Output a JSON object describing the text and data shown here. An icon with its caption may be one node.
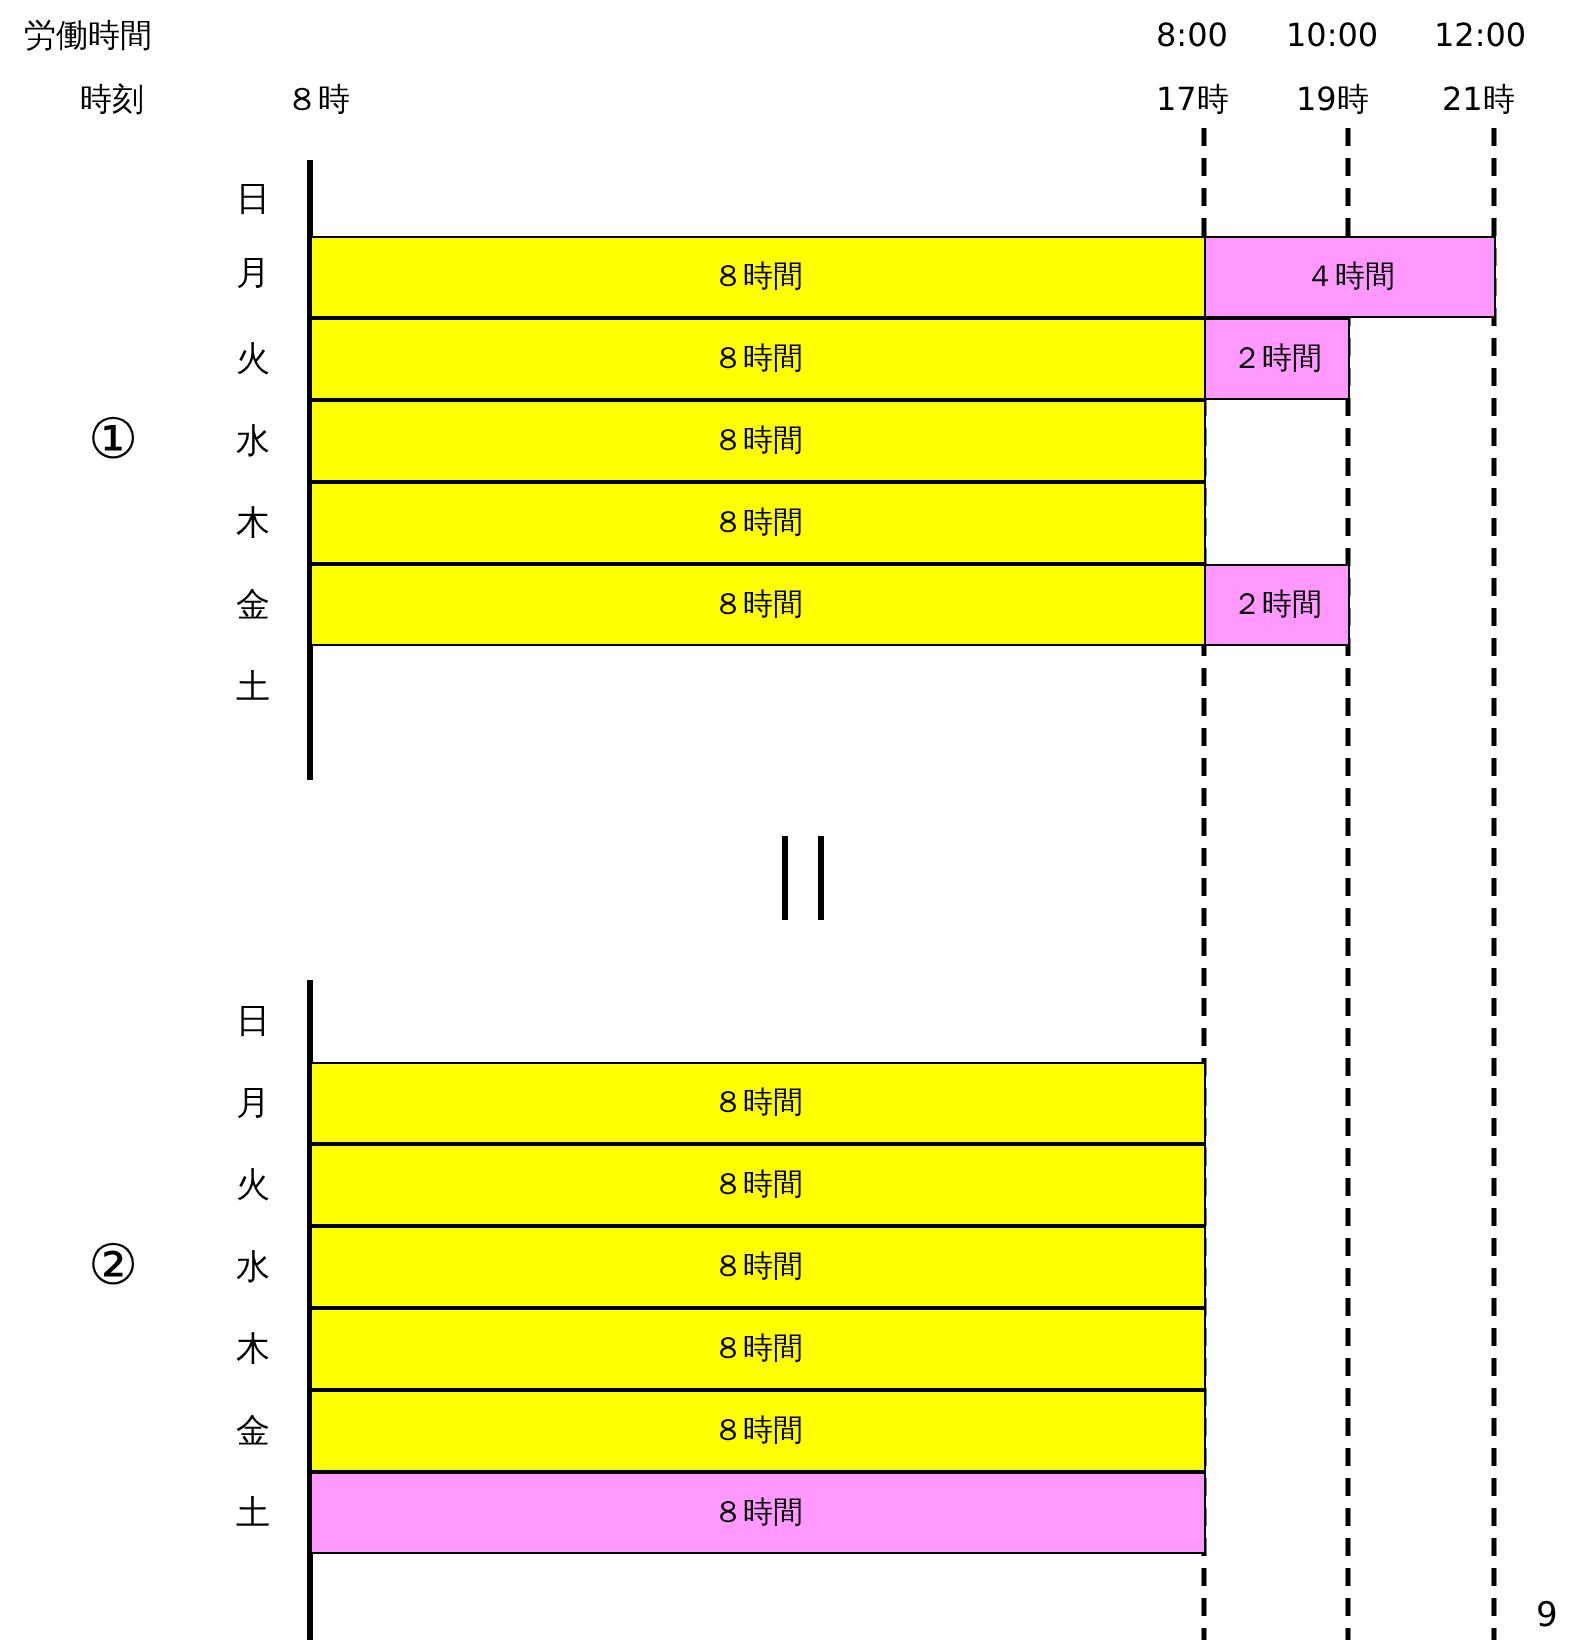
{
  "diagram": {
    "nodes": [
      {
        "text": [
          "８時間"
        ]
      },
      {
        "text": [
          "４時間"
        ]
      },
      {
        "text": [
          "８時間"
        ]
      },
      {
        "text": [
          "２時間"
        ]
      },
      {
        "text": [
          "８時間"
        ]
      },
      {
        "text": [
          "８時間"
        ]
      },
      {
        "text": [
          "８時間"
        ]
      },
      {
        "text": [
          "２時間"
        ]
      },
      {
        "text": [
          "８時間"
        ]
      },
      {
        "text": [
          "８時間"
        ]
      },
      {
        "text": [
          "８時間"
        ]
      },
      {
        "text": [
          "８時間"
        ]
      },
      {
        "text": [
          "８時間"
        ]
      },
      {
        "text": [
          "８時間"
        ]
      }
    ],
    "labels": [
      "労働時間",
      "8:00",
      "10:00",
      "12:00",
      "時刻",
      "８時",
      "17時",
      "19時",
      "21時",
      "日",
      "月",
      "火",
      "①",
      "水",
      "木",
      "金",
      "土",
      "日",
      "月",
      "火",
      "②",
      "水",
      "木",
      "金",
      "土",
      "9"
    ]
  }
}
